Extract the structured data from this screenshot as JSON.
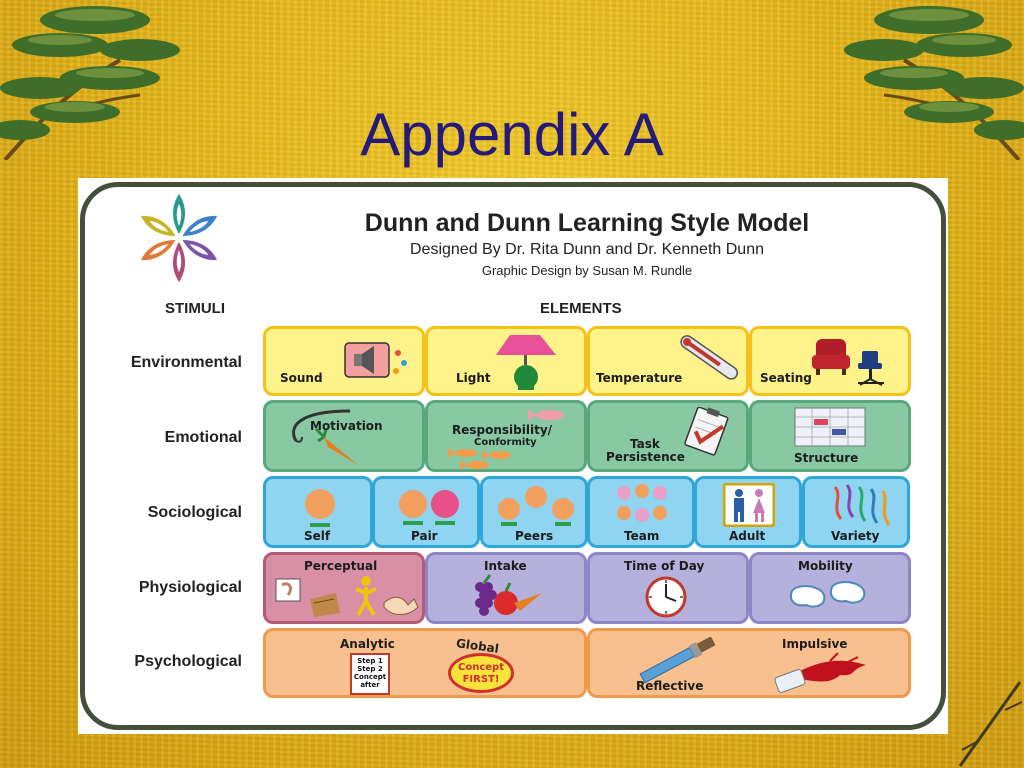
{
  "slide": {
    "title": "Appendix A"
  },
  "model": {
    "title": "Dunn and Dunn Learning Style Model",
    "subtitle": "Designed By Dr. Rita Dunn and Dr. Kenneth Dunn",
    "credit": "Graphic Design by Susan M. Rundle",
    "stimuli_header": "STIMULI",
    "elements_header": "ELEMENTS"
  },
  "rows": {
    "environmental": {
      "label": "Environmental",
      "elements": [
        "Sound",
        "Light",
        "Temperature",
        "Seating"
      ]
    },
    "emotional": {
      "label": "Emotional",
      "elements": [
        "Motivation",
        "Responsibility/",
        "Conformity",
        "Task",
        "Persistence",
        "Structure"
      ]
    },
    "sociological": {
      "label": "Sociological",
      "elements": [
        "Self",
        "Pair",
        "Peers",
        "Team",
        "Adult",
        "Variety"
      ]
    },
    "physiological": {
      "label": "Physiological",
      "elements": [
        "Perceptual",
        "Intake",
        "Time of Day",
        "Mobility"
      ]
    },
    "psychological": {
      "label": "Psychological",
      "analytic": "Analytic",
      "steps": [
        "Step 1",
        "Step 2",
        "Concept",
        "after"
      ],
      "global": "Global",
      "concept_first": [
        "Concept",
        "FIRST!"
      ],
      "impulsive": "Impulsive",
      "reflective": "Reflective"
    }
  },
  "colors": {
    "title": "#231a7a",
    "environmental": "#fdf38a",
    "emotional": "#88c9a4",
    "sociological": "#8fd4f0",
    "physiological": "#b5b0dc",
    "perceptual": "#d990a6",
    "psychological": "#f7c08e",
    "frame": "#45503c"
  }
}
